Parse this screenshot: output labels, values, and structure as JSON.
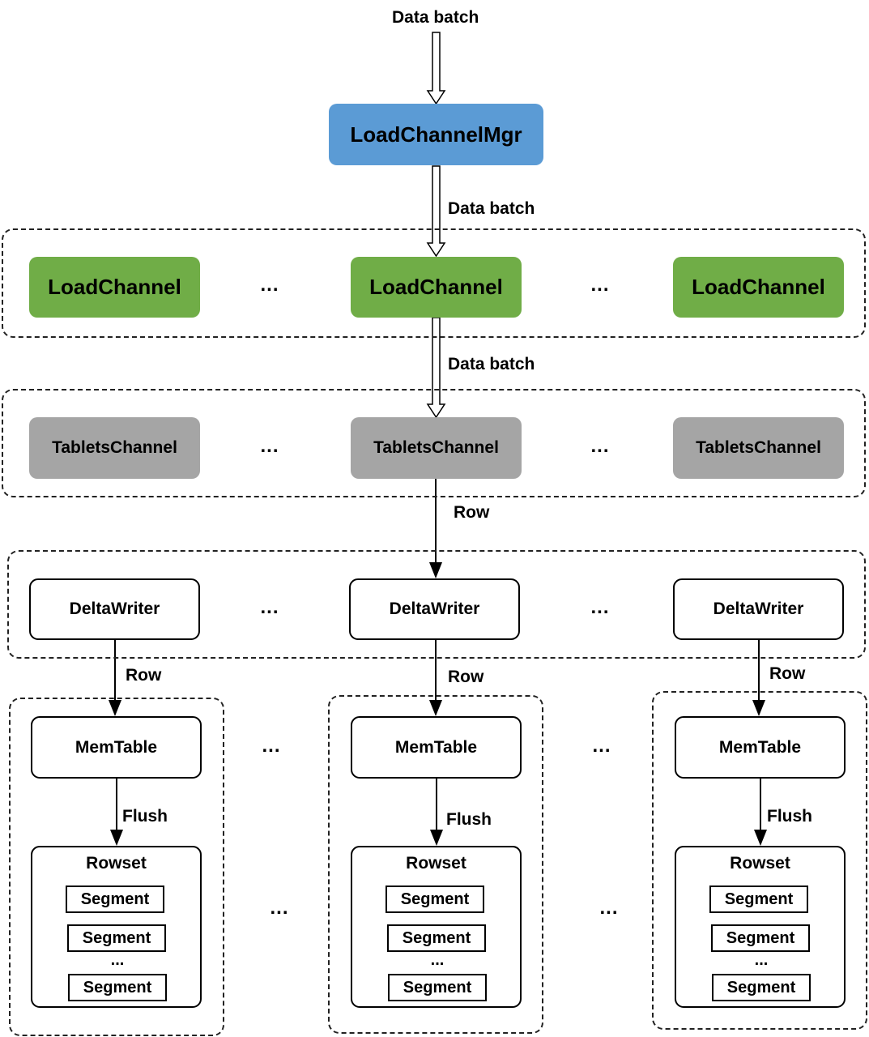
{
  "labels": {
    "data_batch_top": "Data batch",
    "data_batch_mid": "Data batch",
    "data_batch_low": "Data batch",
    "row_tablets_to_writer": "Row",
    "row_left": "Row",
    "row_center": "Row",
    "row_right": "Row",
    "flush_left": "Flush",
    "flush_center": "Flush",
    "flush_right": "Flush"
  },
  "nodes": {
    "mgr": "LoadChannelMgr",
    "load_channel": "LoadChannel",
    "tablets_channel": "TabletsChannel",
    "delta_writer": "DeltaWriter",
    "mem_table": "MemTable",
    "rowset": "Rowset",
    "segment": "Segment"
  },
  "ellipsis": "...",
  "colors": {
    "mgr_fill": "#5b9bd5",
    "load_channel_fill": "#70ad47",
    "tablets_channel_fill": "#a5a5a5"
  }
}
